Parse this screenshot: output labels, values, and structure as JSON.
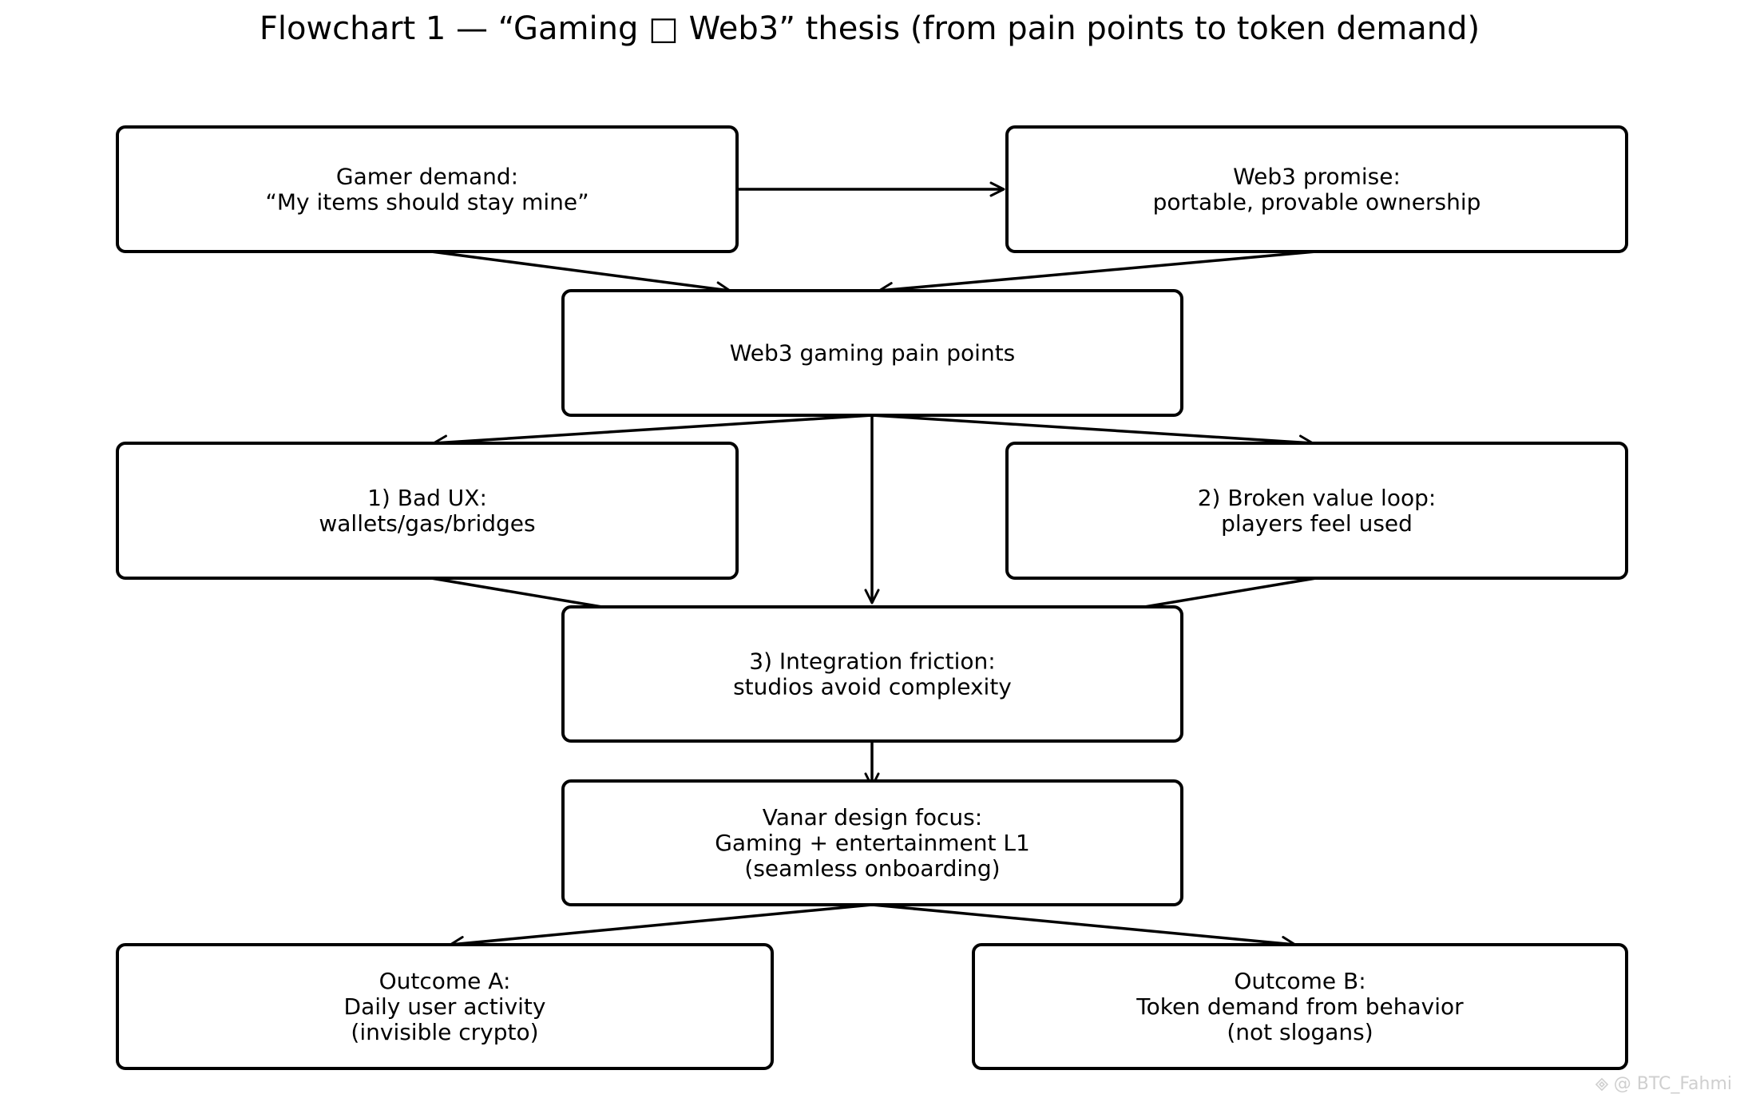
{
  "title": "Flowchart 1 — “Gaming □ Web3” thesis (from pain points to token demand)",
  "nodes": [
    {
      "id": "gamer-demand",
      "lines": [
        "Gamer demand:",
        "“My items should stay mine”"
      ]
    },
    {
      "id": "web3-promise",
      "lines": [
        "Web3 promise:",
        "portable, provable ownership"
      ]
    },
    {
      "id": "pain-points",
      "lines": [
        "Web3 gaming pain points"
      ]
    },
    {
      "id": "bad-ux",
      "lines": [
        "1) Bad UX:",
        "wallets/gas/bridges"
      ]
    },
    {
      "id": "value-loop",
      "lines": [
        "2) Broken value loop:",
        "players feel used"
      ]
    },
    {
      "id": "integration-friction",
      "lines": [
        "3) Integration friction:",
        "studios avoid complexity"
      ]
    },
    {
      "id": "vanar-focus",
      "lines": [
        "Vanar design focus:",
        "Gaming + entertainment L1",
        "(seamless onboarding)"
      ]
    },
    {
      "id": "outcome-a",
      "lines": [
        "Outcome A:",
        "Daily user activity",
        "(invisible crypto)"
      ]
    },
    {
      "id": "outcome-b",
      "lines": [
        "Outcome B:",
        "Token demand from behavior",
        "(not slogans)"
      ]
    }
  ],
  "edges": [
    {
      "from": "gamer-demand",
      "to": "web3-promise"
    },
    {
      "from": "gamer-demand",
      "to": "pain-points"
    },
    {
      "from": "web3-promise",
      "to": "pain-points"
    },
    {
      "from": "pain-points",
      "to": "bad-ux"
    },
    {
      "from": "pain-points",
      "to": "value-loop"
    },
    {
      "from": "pain-points",
      "to": "integration-friction"
    },
    {
      "from": "bad-ux",
      "to": "integration-friction"
    },
    {
      "from": "value-loop",
      "to": "integration-friction"
    },
    {
      "from": "integration-friction",
      "to": "vanar-focus"
    },
    {
      "from": "vanar-focus",
      "to": "outcome-a"
    },
    {
      "from": "vanar-focus",
      "to": "outcome-b"
    }
  ],
  "watermark": {
    "icon": "binance-square-icon",
    "text": "@ BTC_Fahmi"
  },
  "colors": {
    "stroke": "#000000",
    "background": "#ffffff",
    "watermark": "#cfcfcf"
  }
}
